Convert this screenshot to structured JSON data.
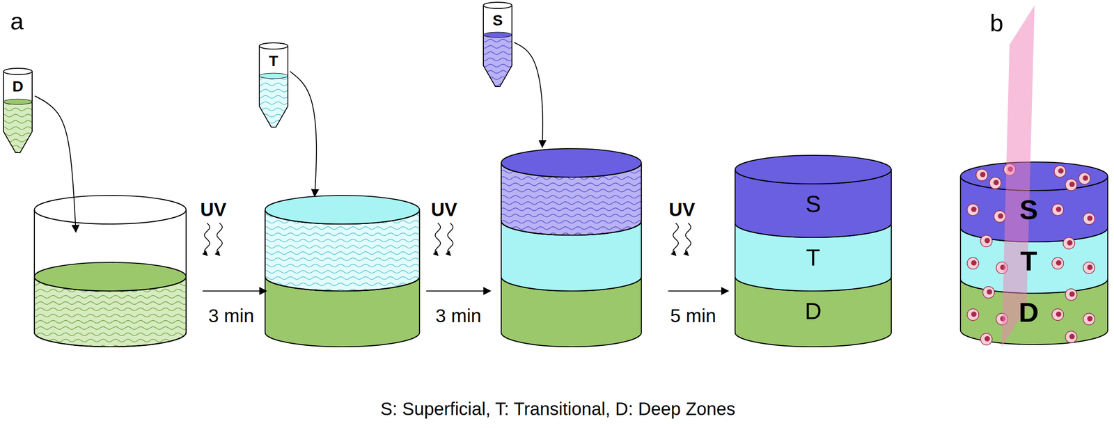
{
  "diagram": {
    "caption": "S: Superficial, T: Transitional, D: Deep Zones",
    "nodes": [
      {
        "text": [
          "D"
        ]
      },
      {
        "text": [
          "T"
        ]
      },
      {
        "text": [
          "S"
        ]
      },
      {
        "text": [
          "S"
        ]
      },
      {
        "text": [
          "T"
        ]
      },
      {
        "text": [
          "D"
        ]
      },
      {
        "text": [
          "S"
        ]
      },
      {
        "text": [
          "T"
        ]
      },
      {
        "text": [
          "D"
        ]
      }
    ],
    "labels": [
      "a",
      "UV",
      "3 min",
      "UV",
      "3 min",
      "UV",
      "5 min",
      "b"
    ]
  }
}
